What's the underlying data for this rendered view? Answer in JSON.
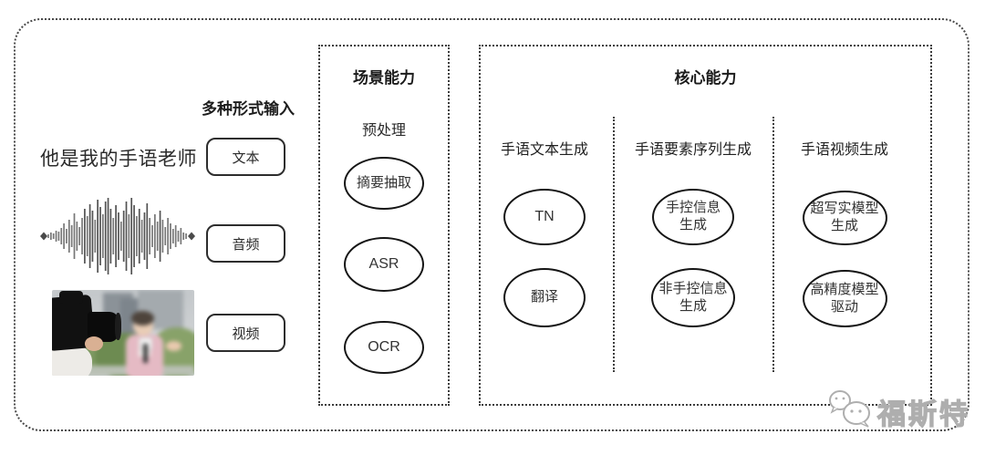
{
  "input_section": {
    "heading": "多种形式输入",
    "sample_text": "他是我的手语老师",
    "items": [
      {
        "label": "文本"
      },
      {
        "label": "音频"
      },
      {
        "label": "视频"
      }
    ]
  },
  "scene_section": {
    "title": "场景能力",
    "subtitle": "预处理",
    "nodes": [
      "摘要抽取",
      "ASR",
      "OCR"
    ]
  },
  "core_section": {
    "title": "核心能力",
    "columns": [
      {
        "heading": "手语文本生成",
        "nodes": [
          "TN",
          "翻译"
        ]
      },
      {
        "heading": "手语要素序列生成",
        "nodes": [
          "手控信息\n生成",
          "非手控信息\n生成"
        ]
      },
      {
        "heading": "手语视频生成",
        "nodes": [
          "超写实模型\n生成",
          "高精度模型\n驱动"
        ]
      }
    ]
  },
  "watermark": {
    "text": "福斯特"
  },
  "colors": {
    "line": "#2d2d2d",
    "text": "#222222",
    "watermark": "#aeaeae"
  }
}
